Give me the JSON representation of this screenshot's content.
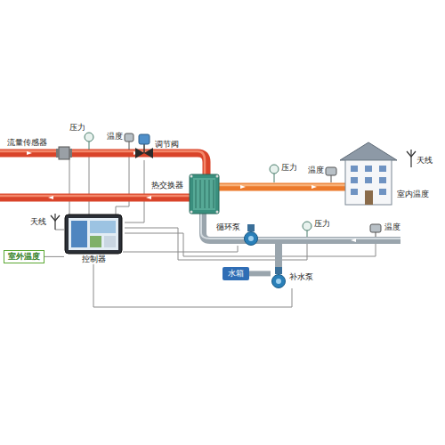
{
  "diagram": {
    "nodes": [
      {
        "text": [
          "室外温度"
        ]
      },
      {
        "text": [
          "控制器"
        ]
      },
      {
        "text": [
          "水箱"
        ]
      },
      {
        "text": [
          "循环泵"
        ]
      },
      {
        "text": [
          "补水泵"
        ]
      }
    ],
    "edges": [
      {
        "from": 0,
        "to": 1,
        "arrow": "none"
      },
      {
        "from": 1,
        "to": 3,
        "arrow": "none"
      },
      {
        "from": 1,
        "to": 4,
        "arrow": "none"
      },
      {
        "from": 2,
        "to": 4,
        "arrow": "none"
      }
    ],
    "labels": [
      "流量传感器",
      "压力",
      "温度",
      "调节阀",
      "热交换器",
      "压力",
      "温度",
      "天线",
      "室内温度",
      "天线",
      "压力",
      "温度"
    ]
  }
}
